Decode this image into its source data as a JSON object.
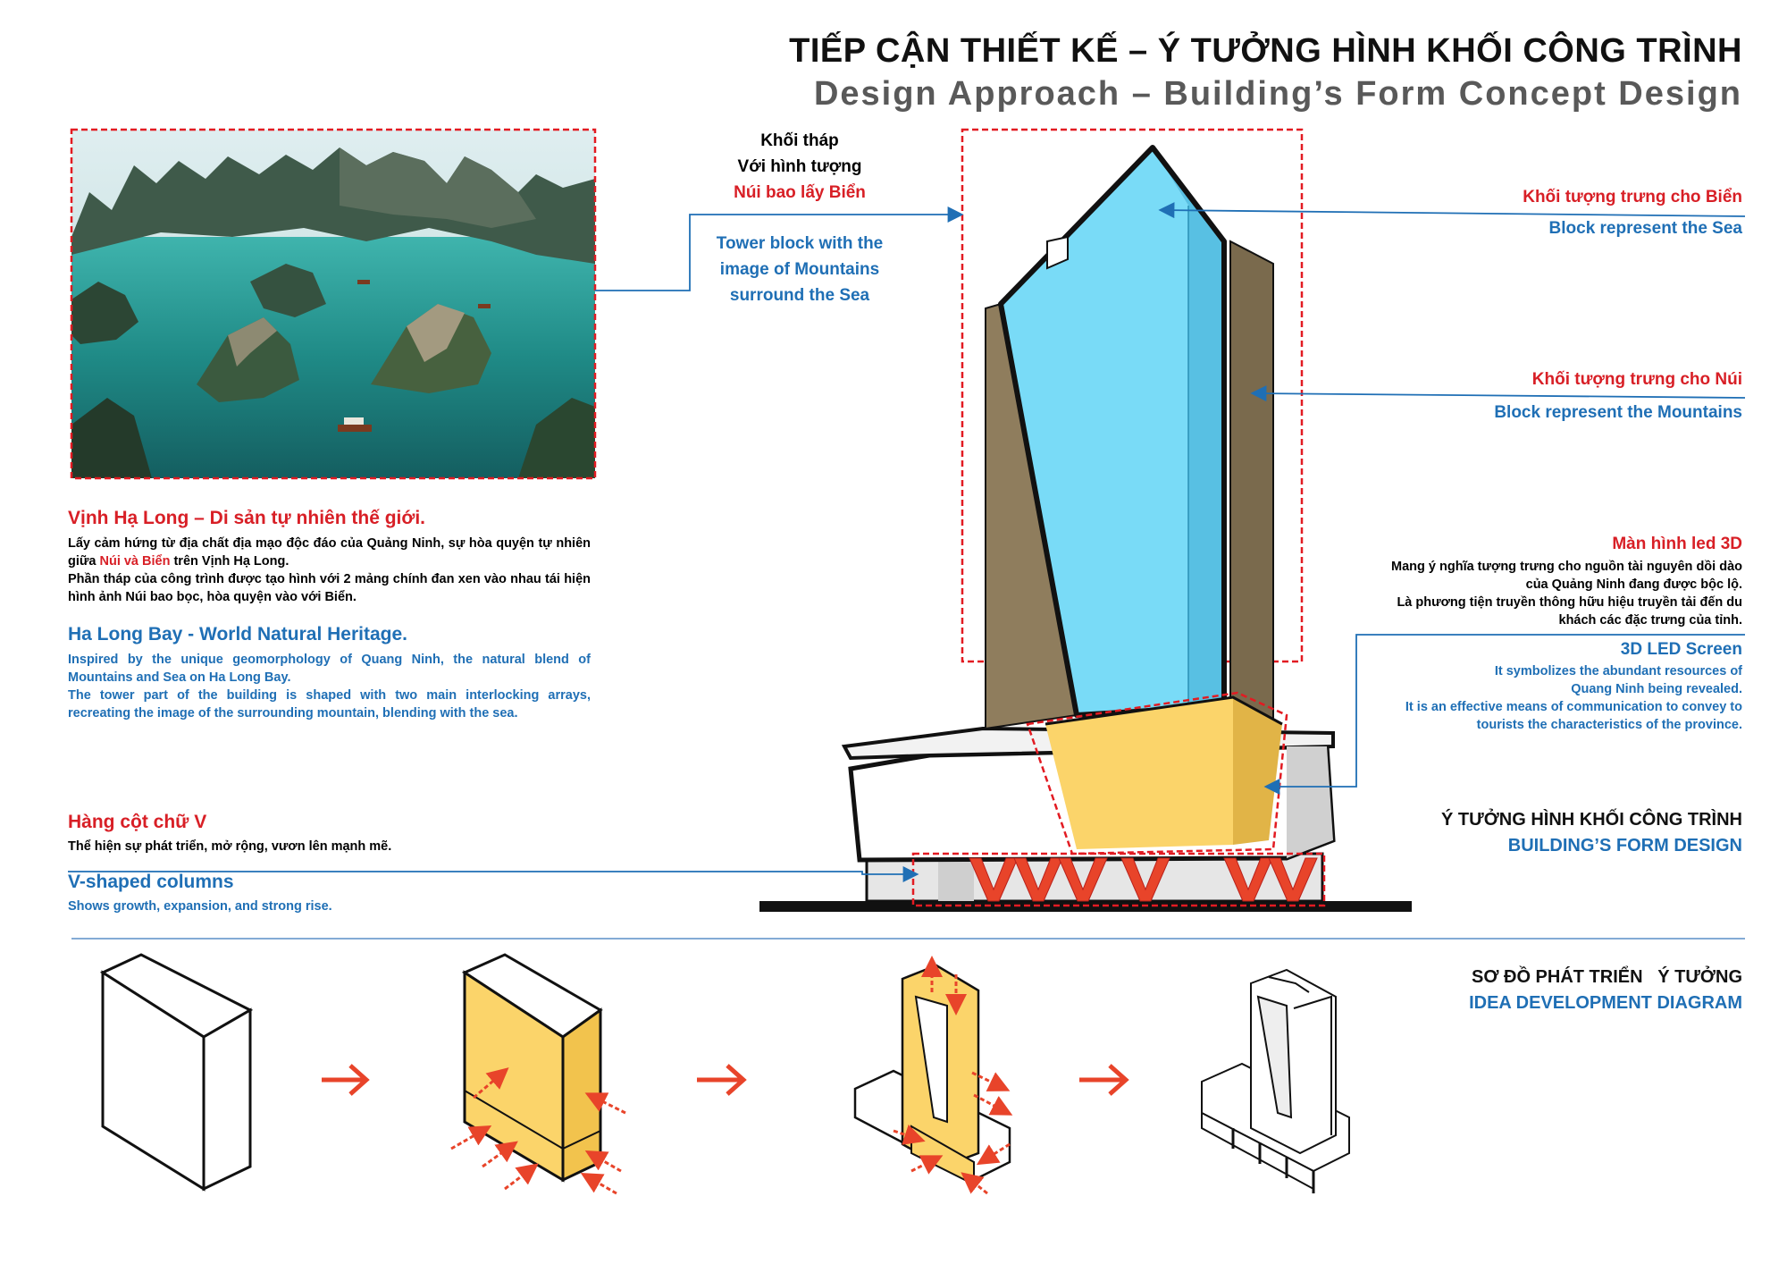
{
  "header": {
    "title_vi": "TIẾP CẬN THIẾT KẾ – Ý TƯỞNG HÌNH KHỐI CÔNG TRÌNH",
    "title_en": "Design Approach – Building’s Form Concept Design"
  },
  "tower_note": {
    "vi_line1": "Khối tháp",
    "vi_line2": "Với hình tượng",
    "vi_highlight": "Núi bao lấy Biển",
    "en_line1": "Tower block with the",
    "en_line2": "image of Mountains",
    "en_line3": "surround the Sea"
  },
  "sea_note": {
    "vi": "Khối tượng trưng cho Biển",
    "en": "Block represent the Sea"
  },
  "mountain_note": {
    "vi": "Khối tượng trưng cho Núi",
    "en": "Block represent the Mountains"
  },
  "led_note": {
    "vi_title": "Màn hình led 3D",
    "vi_line1": "Mang ý nghĩa tượng trưng cho nguồn tài nguyên dồi dào",
    "vi_line2": "của Quảng Ninh đang được bộc lộ.",
    "vi_line3": "Là phương tiện truyền thông hữu hiệu truyền tải đến du",
    "vi_line4": "khách các đặc trưng của tỉnh.",
    "en_title": "3D LED Screen",
    "en_line1": "It symbolizes the abundant resources of",
    "en_line2": "Quang Ninh being revealed.",
    "en_line3": "It is an effective means of communication to convey to",
    "en_line4": "tourists the characteristics of the province."
  },
  "form_design": {
    "vi": "Ý TƯỞNG HÌNH KHỐI CÔNG TRÌNH",
    "en": "BUILDING’S FORM DESIGN"
  },
  "halong": {
    "vi_title": "Vịnh Hạ Long – Di sản tự nhiên thế giới.",
    "vi_p1a": "Lấy cảm hứng từ địa chất địa mạo độc đáo của Quảng Ninh, sự hòa quyện tự nhiên giữa ",
    "vi_p1_highlight": "Núi và Biển",
    "vi_p1b": " trên Vịnh Hạ Long.",
    "vi_p2": "Phần tháp của công trình được tạo hình với 2 mảng chính đan xen vào nhau tái hiện hình ảnh Núi bao bọc, hòa quyện vào với Biển.",
    "en_title": "Ha Long Bay - World Natural Heritage.",
    "en_p1": "Inspired by the unique geomorphology of Quang Ninh, the natural blend of Mountains and Sea on Ha Long Bay.",
    "en_p2": "The tower part of the building is shaped with two main interlocking arrays, recreating the image of the surrounding mountain, blending with the sea."
  },
  "columns": {
    "vi_title": "Hàng cột chữ V",
    "vi_text": "Thể hiện sự phát triển, mở rộng, vươn lên mạnh mẽ.",
    "en_title": "V-shaped columns",
    "en_text": "Shows growth, expansion, and strong rise."
  },
  "diagram": {
    "vi": "SƠ ĐỒ PHÁT TRIỂN   Ý TƯỞNG",
    "en": "IDEA DEVELOPMENT DIAGRAM"
  },
  "colors": {
    "accent_red": "#d81f26",
    "accent_blue": "#1f6fb5",
    "sea_block": "#7dd8f5",
    "mountain_block": "#8a7a5c",
    "led_block": "#fbd46a",
    "arrow_orange": "#e8442a"
  }
}
